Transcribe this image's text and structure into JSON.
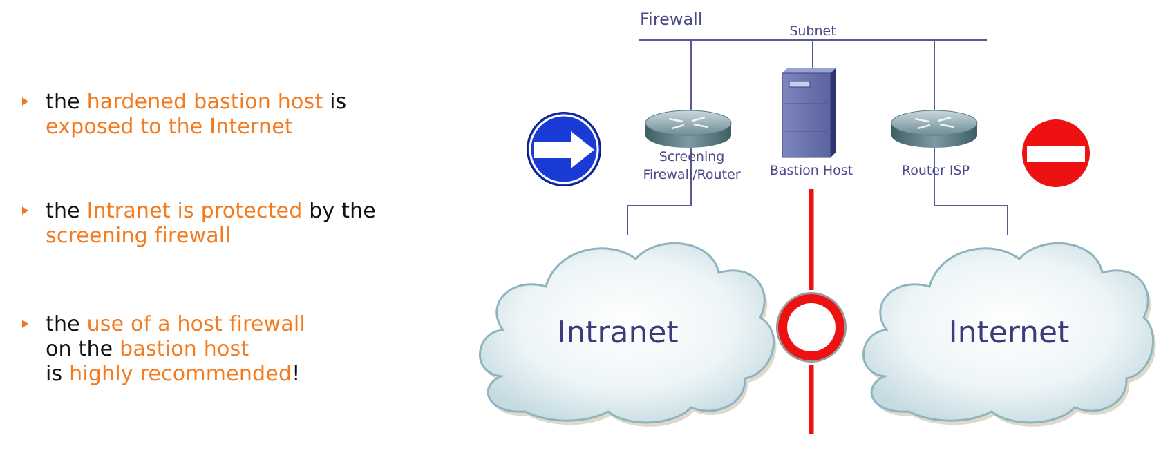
{
  "bullets": [
    {
      "lines": [
        [
          {
            "t": "the "
          },
          {
            "t": "hardened bastion host",
            "hl": true
          },
          {
            "t": " is"
          }
        ],
        [
          {
            "t": "exposed to the Internet",
            "hl": true
          }
        ]
      ]
    },
    {
      "lines": [
        [
          {
            "t": "the "
          },
          {
            "t": "Intranet is protected",
            "hl": true
          },
          {
            "t": " by the"
          }
        ],
        [
          {
            "t": "screening firewall",
            "hl": true
          }
        ]
      ]
    },
    {
      "lines": [
        [
          {
            "t": "the "
          },
          {
            "t": "use of a host firewall",
            "hl": true
          }
        ],
        [
          {
            "t": "on the "
          },
          {
            "t": "bastion host",
            "hl": true
          }
        ],
        [
          {
            "t": "is "
          },
          {
            "t": "highly recommended",
            "hl": true
          },
          {
            "t": "!"
          }
        ]
      ]
    }
  ],
  "diagram": {
    "firewall_label": "Firewall",
    "subnet_label": "Subnet",
    "screening_router_label_1": "Screening",
    "screening_router_label_2": "Firewall/Router",
    "bastion_label": "Bastion Host",
    "isp_router_label": "Router ISP",
    "intranet_label": "Intranet",
    "internet_label": "Internet"
  },
  "icons": {
    "allow_sign": "blue-arrow-sign-icon",
    "no_entry_sign": "no-entry-sign-icon",
    "no_traffic_sign": "no-vehicles-sign-icon",
    "router": "router-icon",
    "server": "server-tower-icon",
    "cloud": "cloud-icon"
  },
  "colors": {
    "highlight": "#f47a1e",
    "text": "#111111",
    "diagram_text": "#4a4a8a",
    "line": "#5a5a9a",
    "red": "#ee1111",
    "blue_sign": "#1a3ad6"
  }
}
